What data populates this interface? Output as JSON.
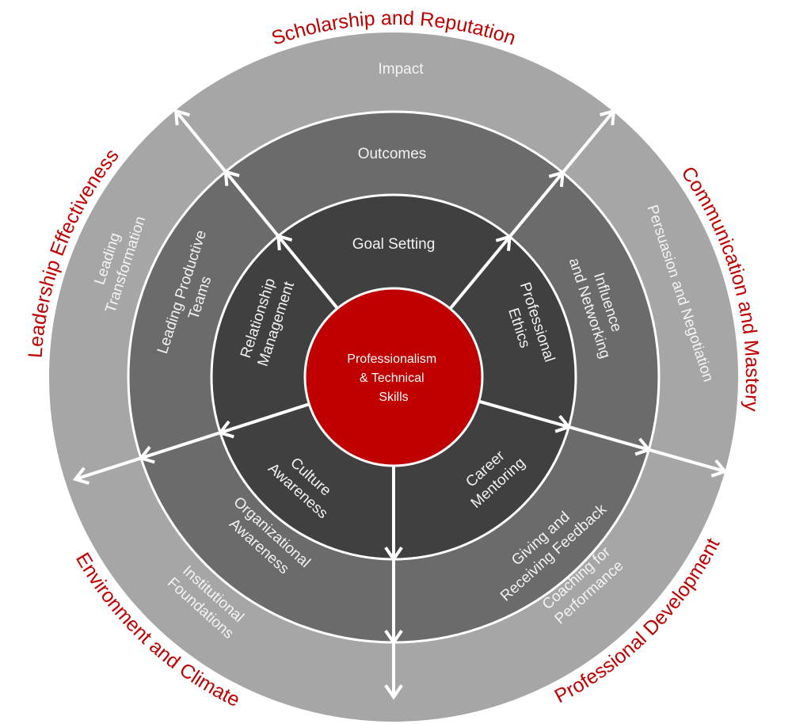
{
  "title": "Professionalism & Technical Skills competency wheel",
  "colors": {
    "outer_ring": "#a6a6a6",
    "middle_ring": "#6b6b6b",
    "inner_ring": "#404040",
    "core": "#c00000",
    "category_text": "#c00000",
    "arrows": "#ffffff"
  },
  "core": {
    "lines": [
      "Professionalism",
      "& Technical",
      "Skills"
    ]
  },
  "categories": [
    "Scholarship and Reputation",
    "Communication and Mastery",
    "Professional Development",
    "Environment and Climate",
    "Leadership Effectiveness"
  ],
  "rings": {
    "outer": [
      {
        "lines": [
          "Impact"
        ]
      },
      {
        "lines": [
          "Persuasion and Negotiation"
        ]
      },
      {
        "lines": [
          "Coaching for",
          "Performance"
        ]
      },
      {
        "lines": [
          "Institutional",
          "Foundations"
        ]
      },
      {
        "lines": [
          "Leading",
          "Transformation"
        ]
      }
    ],
    "middle": [
      {
        "lines": [
          "Outcomes"
        ]
      },
      {
        "lines": [
          "Influence",
          "and Networking"
        ]
      },
      {
        "lines": [
          "Giving and",
          "Receiving Feedback"
        ]
      },
      {
        "lines": [
          "Organizational",
          "Awareness"
        ]
      },
      {
        "lines": [
          "Leading Productive",
          "Teams"
        ]
      }
    ],
    "inner": [
      {
        "lines": [
          "Goal Setting"
        ]
      },
      {
        "lines": [
          "Professional",
          "Ethics"
        ]
      },
      {
        "lines": [
          "Career",
          "Mentoring"
        ]
      },
      {
        "lines": [
          "Culture",
          "Awareness"
        ]
      },
      {
        "lines": [
          "Relationship",
          "Management"
        ]
      }
    ]
  }
}
